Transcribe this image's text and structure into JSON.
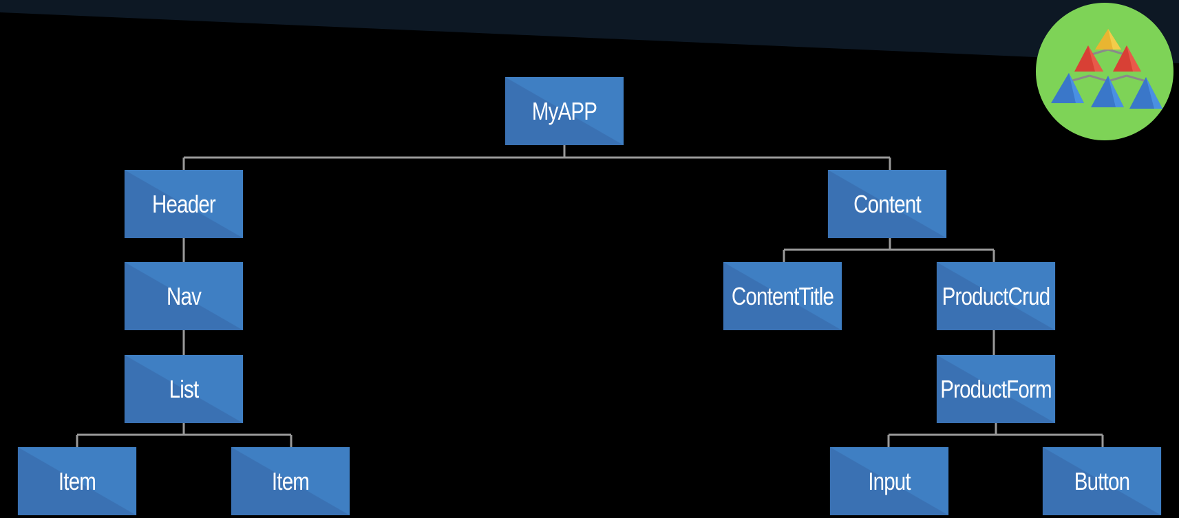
{
  "colors": {
    "background": "#000000",
    "top_band": "#0d1824",
    "node_fill": "#3a71b3",
    "connector": "#9a9a9a",
    "logo_circle": "#7ed357"
  },
  "logo": {
    "icon": "component-tree-pyramid-icon"
  },
  "tree": {
    "root": "MyAPP",
    "header": "Header",
    "nav": "Nav",
    "list": "List",
    "item_1": "Item",
    "item_2": "Item",
    "content": "Content",
    "content_title": "ContentTitle",
    "product_crud": "ProductCrud",
    "product_form": "ProductForm",
    "input": "Input",
    "button": "Button"
  }
}
